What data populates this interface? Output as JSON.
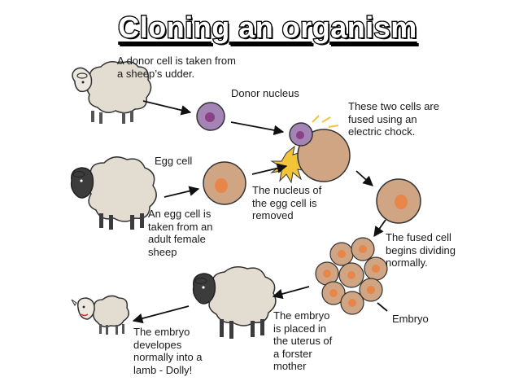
{
  "title": "Cloning an organism",
  "labels": {
    "donor_cell": "A donor cell is taken from\na sheep’s udder.",
    "donor_nucleus": "Donor nucleus",
    "fused": "These two cells are\nfused using an\nelectric chock.",
    "egg_cell": "Egg cell",
    "egg_taken": "An egg cell is\ntaken from an\nadult female\nsheep",
    "nucleus_removed": "The nucleus of\nthe egg cell is\nremoved",
    "dividing": "The fused cell\nbegins dividing\nnormally.",
    "embryo": "Embryo",
    "placed": "The embryo\nis placed in\nthe uterus of\na forster\nmother",
    "develops": "The embryo\ndevelopes\nnormally into a\nlamb - Dolly!"
  },
  "colors": {
    "cell_fill": "#cfa584",
    "nucleus_fill": "#e8864a",
    "donor_fill": "#a384b4",
    "donor_nucleus": "#8a3f86",
    "wool": "#e2ddd0",
    "dark_face": "#3c3c3c",
    "spark": "#f2c437"
  }
}
